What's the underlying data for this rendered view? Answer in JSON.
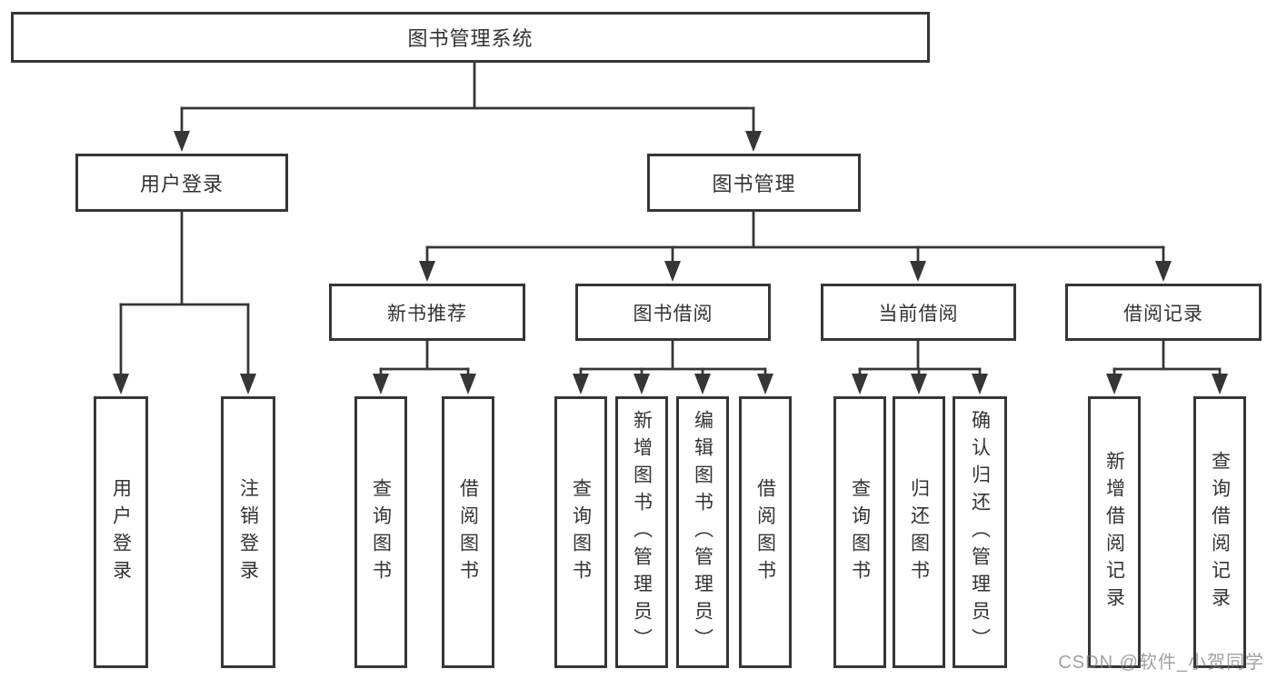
{
  "page": {
    "background": "#ffffff",
    "line_color": "#363636",
    "text_color": "#333333",
    "watermark": "CSDN @软件_小贺同学"
  },
  "diagram": {
    "root": {
      "label": "图书管理系统"
    },
    "branches": [
      {
        "label": "用户登录",
        "children": [
          {
            "label": "用户登录"
          },
          {
            "label": "注销登录"
          }
        ]
      },
      {
        "label": "图书管理",
        "children": [
          {
            "label": "新书推荐",
            "children": [
              {
                "label": "查询图书"
              },
              {
                "label": "借阅图书"
              }
            ]
          },
          {
            "label": "图书借阅",
            "children": [
              {
                "label": "查询图书"
              },
              {
                "label": "新增图书（管理员）"
              },
              {
                "label": "编辑图书（管理员）"
              },
              {
                "label": "借阅图书"
              }
            ]
          },
          {
            "label": "当前借阅",
            "children": [
              {
                "label": "查询图书"
              },
              {
                "label": "归还图书"
              },
              {
                "label": "确认归还（管理员）"
              }
            ]
          },
          {
            "label": "借阅记录",
            "children": [
              {
                "label": "新增借阅记录"
              },
              {
                "label": "查询借阅记录"
              }
            ]
          }
        ]
      }
    ]
  }
}
